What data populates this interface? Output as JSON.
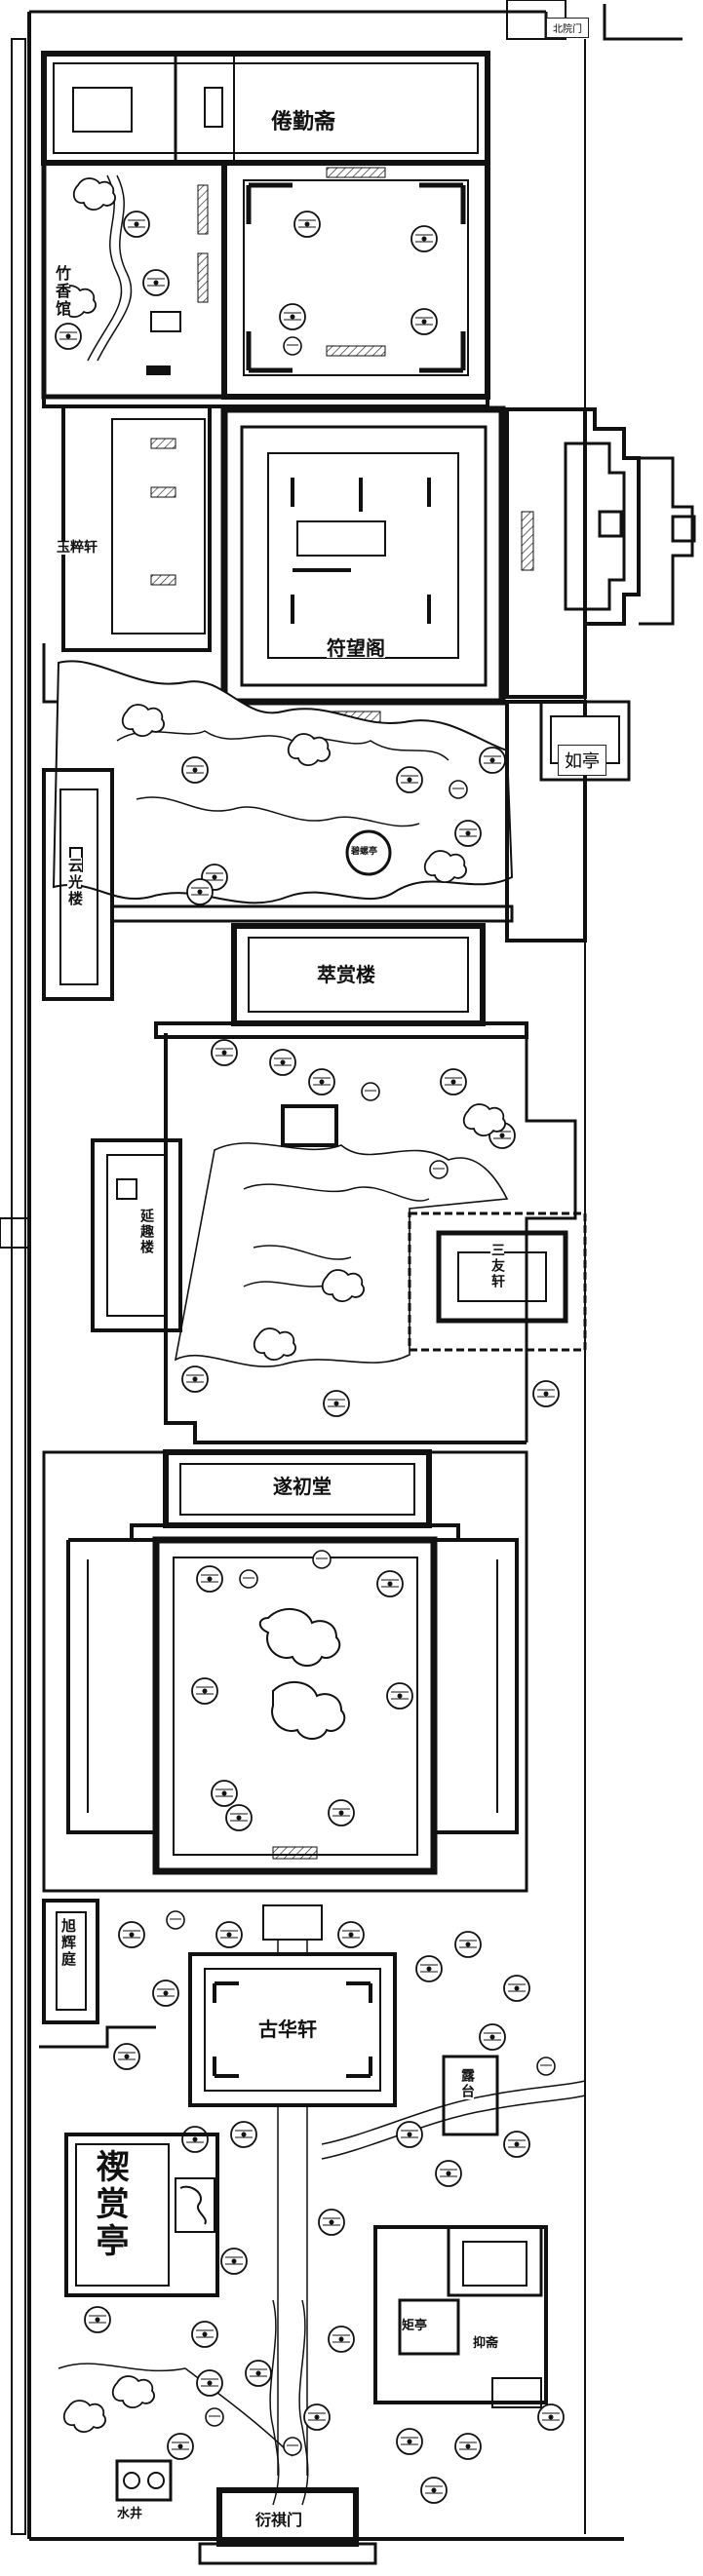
{
  "plan": {
    "labels": {
      "fangqian_gate": "衍祺门",
      "beiyuan_gate": "北院门",
      "juanqin_zhai": "倦勤斋",
      "zhuxiang_guan": "竹香馆",
      "yucui_xuan": "玉粹轩",
      "fuwang_ge": "符望阁",
      "ru_ting": "如亭",
      "bicuo_ting": "碧螺亭",
      "yunguang_lou": "云光楼",
      "cuishang_lou": "萃赏楼",
      "yanqu_lou": "延趣楼",
      "sanyou_xuan": "三友轩",
      "suichu_tang": "遂初堂",
      "xuhui_ting": "旭辉庭",
      "guhua_xuan": "古华轩",
      "xishang_ting": "禊赏亭",
      "lou_tai": "露台",
      "ju_ting": "矩亭",
      "yi_zhai": "抑斋",
      "shui_jing": "水井"
    },
    "icons": [
      "tree-icon",
      "rockery-icon",
      "pavilion-icon",
      "well-icon"
    ]
  }
}
